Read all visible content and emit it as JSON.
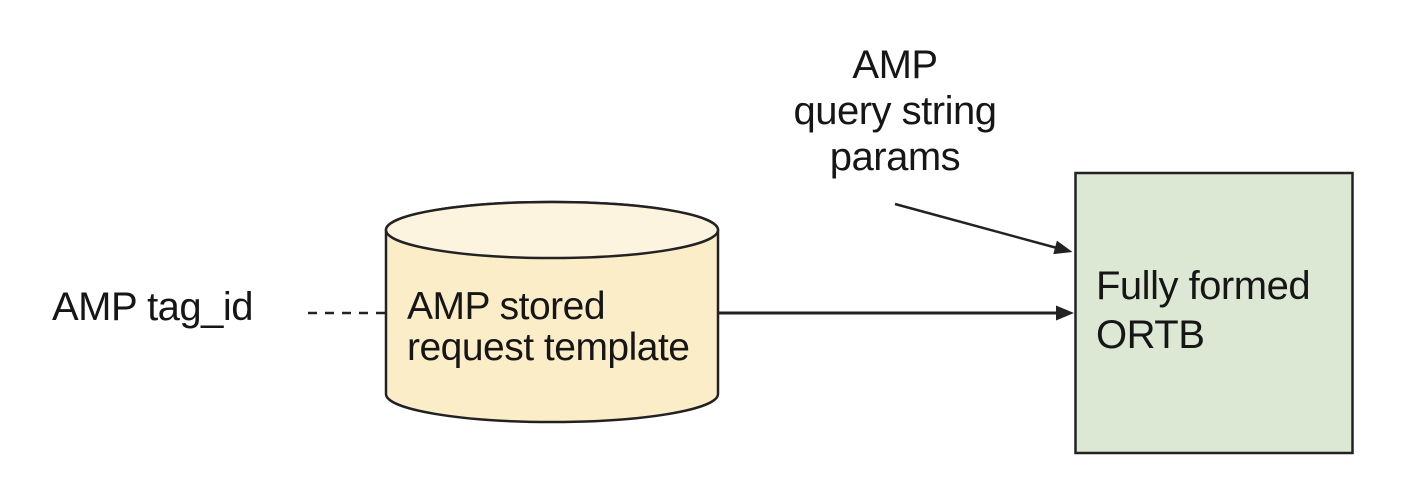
{
  "diagram": {
    "labels": {
      "tag_id": "AMP tag_id",
      "query_params": {
        "lines": [
          "AMP",
          "query string",
          "params"
        ]
      }
    },
    "nodes": {
      "stored_request": {
        "shape": "cylinder",
        "fill": "#FCEDC9",
        "top_fill": "#FDF4DF",
        "lines": [
          "AMP stored",
          "request template"
        ]
      },
      "ortb": {
        "shape": "rectangle",
        "fill": "#DCE8D3",
        "lines": [
          "Fully formed",
          "ORTB"
        ]
      }
    },
    "connectors": [
      {
        "from": "tag_id",
        "to": "stored_request",
        "style": "dashed",
        "arrowhead": "none"
      },
      {
        "from": "stored_request",
        "to": "ortb",
        "style": "solid",
        "arrowhead": "arrow"
      },
      {
        "from": "query_params",
        "to": "ortb",
        "style": "solid",
        "arrowhead": "arrow"
      }
    ],
    "colors": {
      "stroke": "#222222",
      "text": "#161616",
      "background": "#ffffff"
    }
  }
}
